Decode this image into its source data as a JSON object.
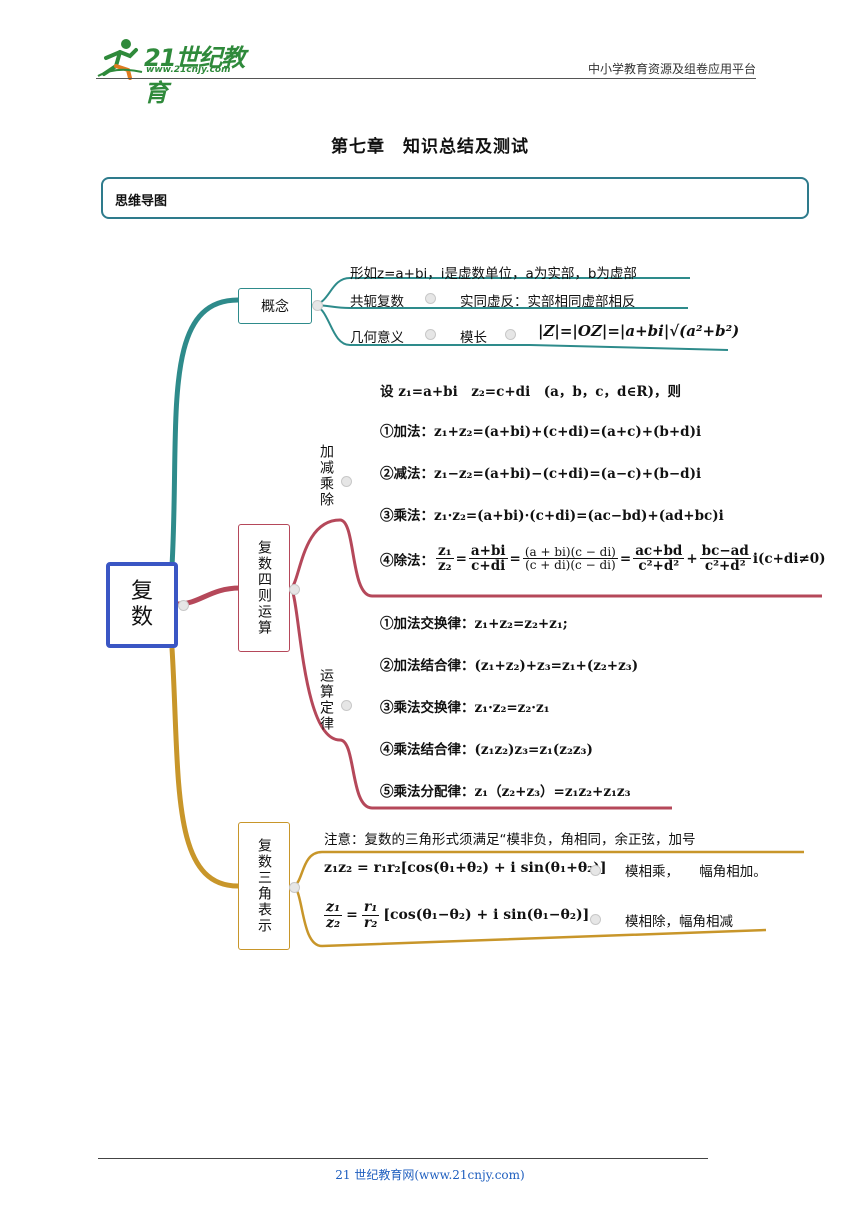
{
  "header": {
    "logo_text": "21世纪教育",
    "logo_url": "www.21cnjy.com",
    "right_text": "中小学教育资源及组卷应用平台"
  },
  "title": "第七章　知识总结及测试",
  "section_label": "思维导图",
  "mindmap": {
    "root": "复\n数",
    "concept": {
      "label": "概念",
      "line1": "形如z=a+bi，i是虚数单位，a为实部，b为虚部",
      "conj_label": "共轭复数",
      "conj_text": "实同虚反：实部相同虚部相反",
      "geo_label": "几何意义",
      "mod_label": "模长",
      "mod_formula": "|Z|=|OZ|=|a+bi|√(a²+b²)"
    },
    "ops": {
      "label": "复数四则运算",
      "arith_label": "加减乘除",
      "setup": "设 z₁=a+bi　z₂=c+di　(a，b，c，d∈R)，则",
      "add": "①加法：z₁+z₂=(a+bi)+(c+di)=(a+c)+(b+d)i",
      "sub": "②减法：z₁−z₂=(a+bi)−(c+di)=(a−c)+(b−d)i",
      "mul": "③乘法：z₁·z₂=(a+bi)·(c+di)=(ac−bd)+(ad+bc)i",
      "div_label": "④除法：",
      "div_tail": "i(c+di≠0)",
      "laws_label": "运算定律",
      "law1": "①加法交换律：z₁+z₂=z₂+z₁;",
      "law2": "②加法结合律：(z₁+z₂)+z₃=z₁+(z₂+z₃)",
      "law3": "③乘法交换律：z₁·z₂=z₂·z₁",
      "law4": "④乘法结合律：(z₁z₂)z₃=z₁(z₂z₃)",
      "law5": "⑤乘法分配律：z₁（z₂+z₃）=z₁z₂+z₁z₃"
    },
    "trig": {
      "label": "复数三角表示",
      "note": "注意：复数的三角形式须满足“模非负，角相同，余正弦，加号",
      "mult_formula": "z₁z₂ = r₁r₂[cos(θ₁+θ₂) + i sin(θ₁+θ₂)]",
      "mult_text": "模相乘，　　幅角相加。",
      "div_formula": "[cos(θ₁−θ₂) + i sin(θ₁−θ₂)]",
      "div_text": "模相除，幅角相减"
    }
  },
  "footer": "21 世纪教育网(www.21cnjy.com)",
  "colors": {
    "teal": "#2e8b8b",
    "red": "#b5485a",
    "gold": "#c8962a",
    "root_border": "#3a56c4"
  }
}
